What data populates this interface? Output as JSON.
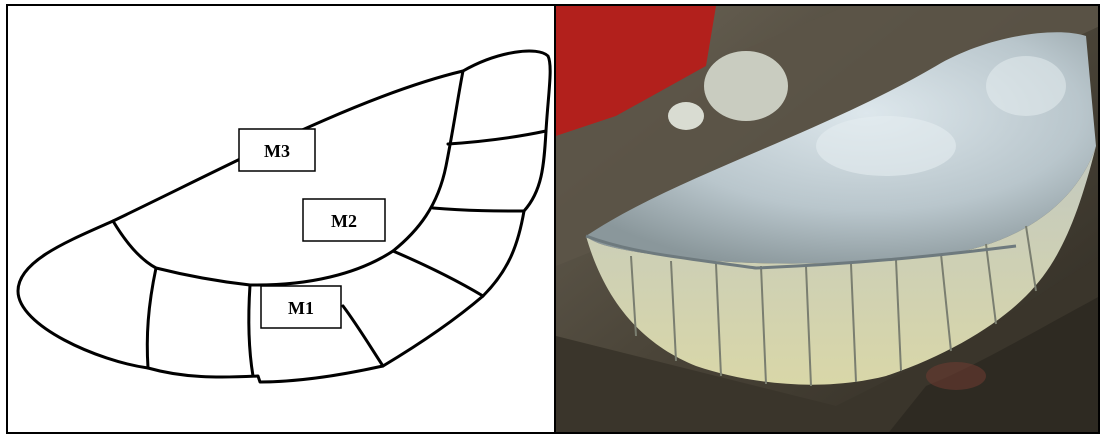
{
  "diagram": {
    "labels": {
      "m3": "M3",
      "m2": "M2",
      "m1": "M1"
    }
  },
  "photo": {
    "description_colors": {
      "background_red": "#b2201c",
      "wood": "#5c5548",
      "tissue_main": "#c9d6dc",
      "tissue_shadow": "#8e9ca0",
      "teeth": "#d8d6b8"
    }
  }
}
